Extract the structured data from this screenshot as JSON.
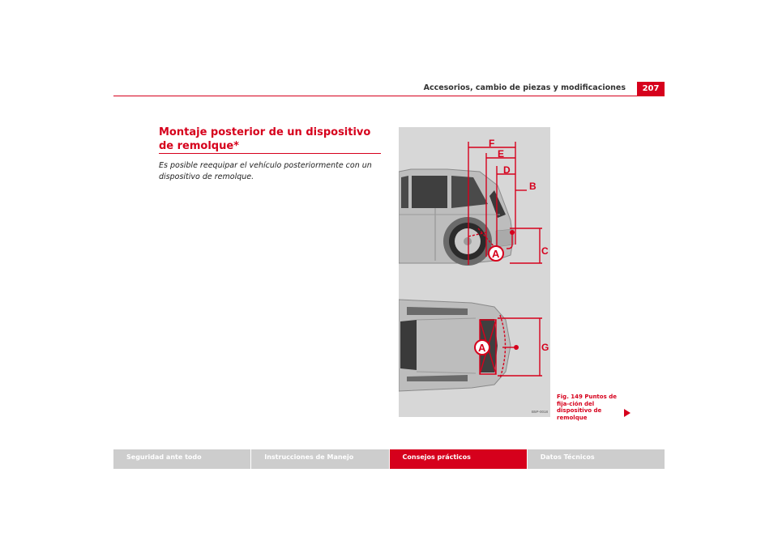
{
  "header": {
    "title": "Accesorios, cambio de piezas y modificaciones",
    "page_number": "207"
  },
  "section": {
    "title": "Montaje posterior de un dispositivo de remolque*",
    "intro": "Es posible reequipar el vehículo posteriormente con un dispositivo de remolque."
  },
  "figure": {
    "labels": {
      "A_side": "A",
      "A_top": "A",
      "B": "B",
      "C": "C",
      "D": "D",
      "E": "E",
      "F": "F",
      "G": "G"
    },
    "code": "B5P-0018",
    "caption": "Fig. 149   Puntos de fija-ción del dispositivo de remolque"
  },
  "footer": {
    "tabs": [
      {
        "label": "Seguridad ante todo"
      },
      {
        "label": "Instrucciones de Manejo"
      },
      {
        "label": "Consejos prácticos"
      },
      {
        "label": "Datos Técnicos"
      }
    ]
  },
  "colors": {
    "accent": "#d6001c",
    "tab_inactive": "#cdcdcd"
  }
}
